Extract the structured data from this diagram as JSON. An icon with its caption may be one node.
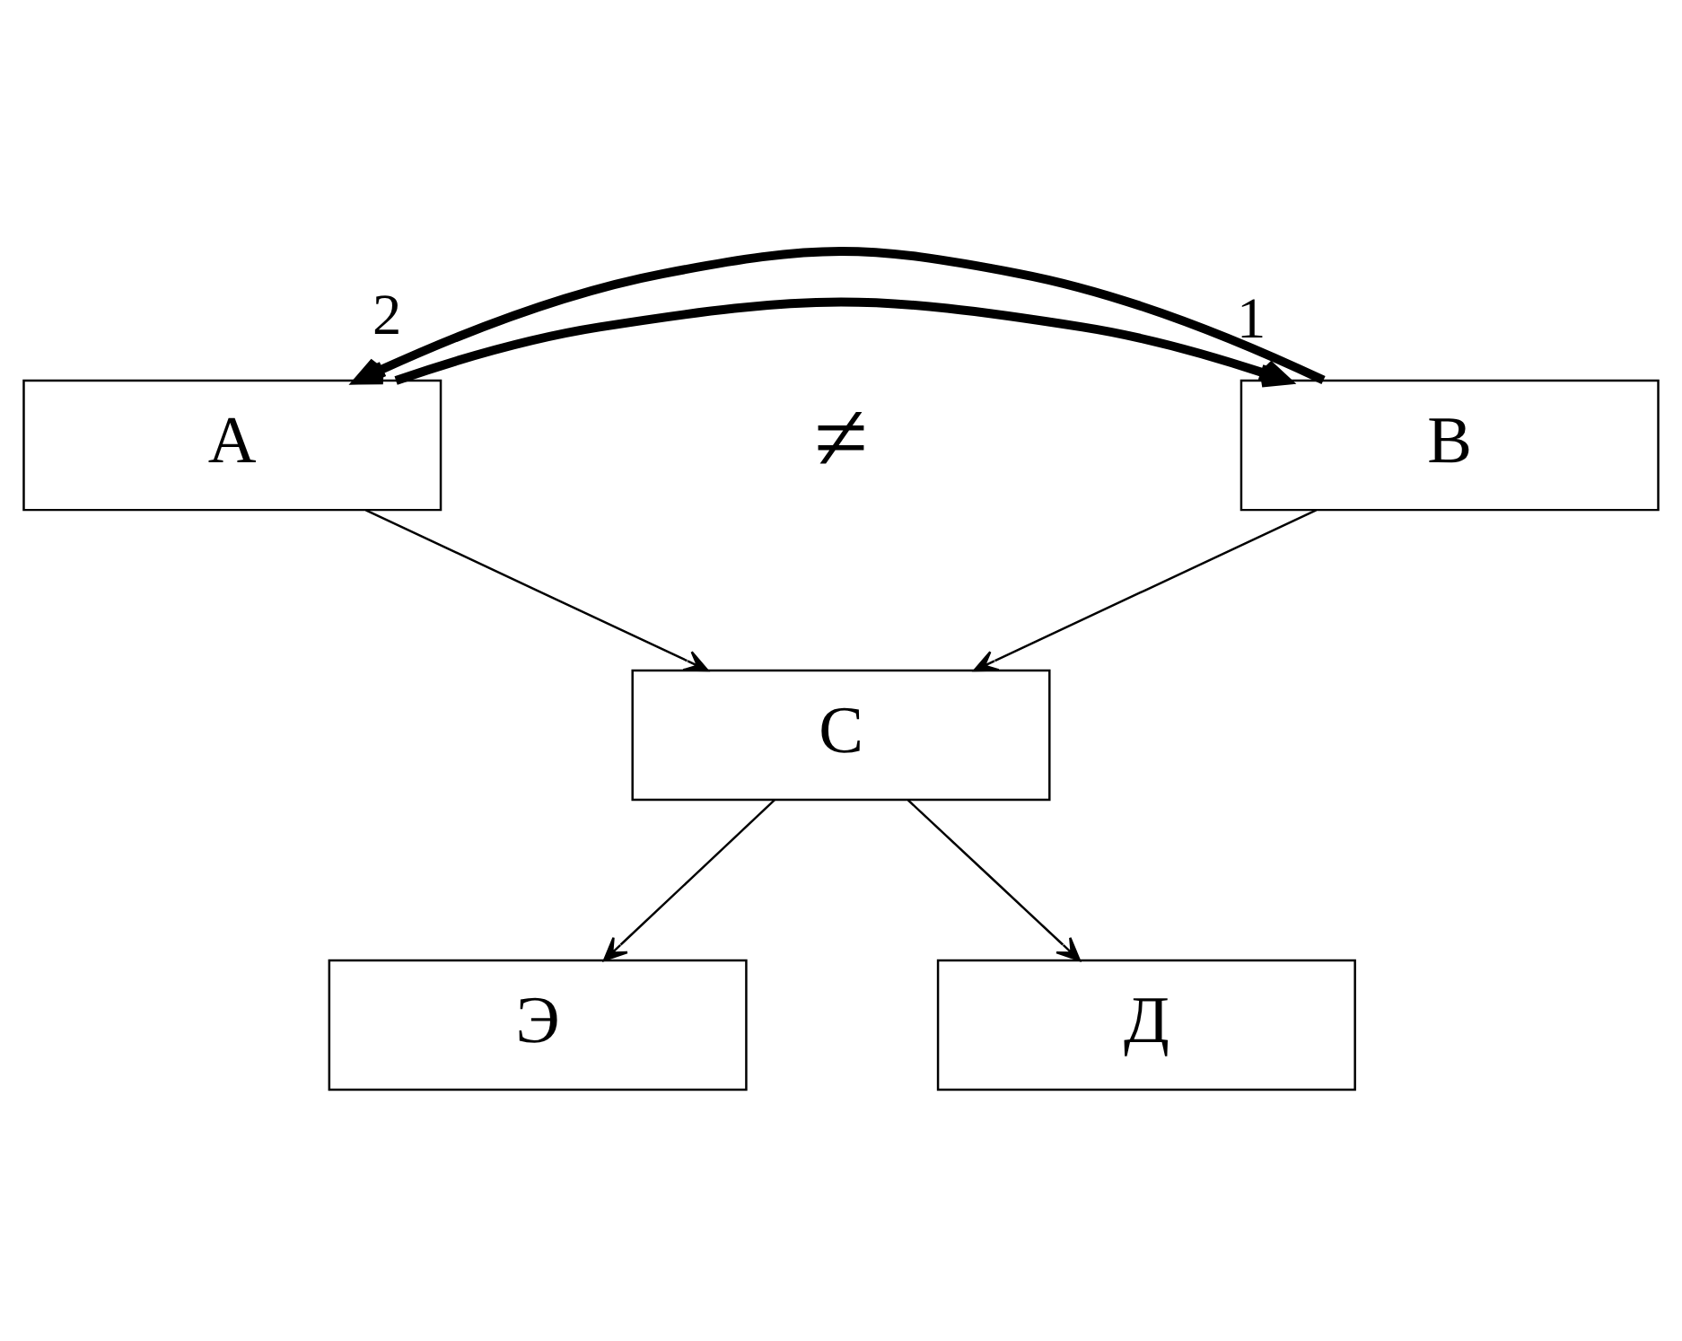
{
  "diagram": {
    "nodes": [
      {
        "text": [
          "А"
        ]
      },
      {
        "text": [
          "В"
        ]
      },
      {
        "text": [
          "С"
        ]
      },
      {
        "text": [
          "Э"
        ]
      },
      {
        "text": [
          "Д"
        ]
      }
    ],
    "edges": [
      {
        "from": 0,
        "to": 1,
        "arrow": "to",
        "label": "1",
        "style": "thick"
      },
      {
        "from": 1,
        "to": 0,
        "arrow": "to",
        "label": "2",
        "style": "thick"
      },
      {
        "from": 0,
        "to": 2,
        "arrow": "to"
      },
      {
        "from": 1,
        "to": 2,
        "arrow": "to"
      },
      {
        "from": 2,
        "to": 3,
        "arrow": "to"
      },
      {
        "from": 2,
        "to": 4,
        "arrow": "to"
      }
    ],
    "labels": [
      "≠"
    ]
  }
}
